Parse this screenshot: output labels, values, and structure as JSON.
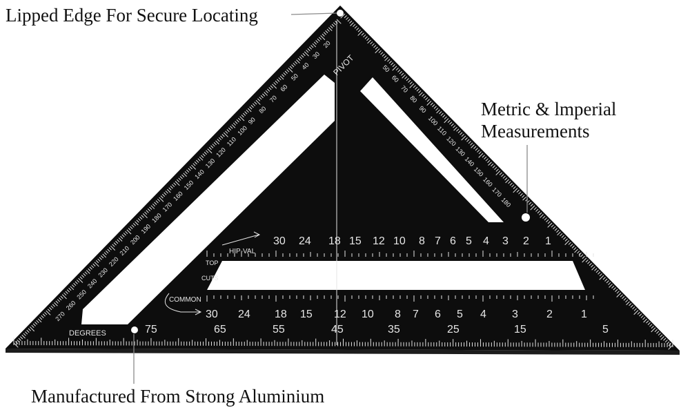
{
  "callouts": {
    "lipped_edge": "Lipped Edge For Secure Locating",
    "metric_line1": "Metric & lmperial",
    "metric_line2": "Measurements",
    "manufactured": "Manufactured From Strong Aluminium"
  },
  "tool": {
    "pivot_label": "PIVOT",
    "degrees_label": "DEGREES",
    "hip_val_label": "HIP-VAL",
    "top_label": "TOP",
    "cuts_label": "CUTS",
    "common_label": "COMMON",
    "hip_val_row": [
      "30",
      "24",
      "18",
      "15",
      "12",
      "10",
      "8",
      "7",
      "6",
      "5",
      "4",
      "3",
      "2",
      "1"
    ],
    "common_row": [
      "30",
      "24",
      "18",
      "15",
      "12",
      "10",
      "8",
      "7",
      "6",
      "5",
      "4",
      "3",
      "2",
      "1"
    ],
    "degree_row": [
      "75",
      "65",
      "55",
      "45",
      "35",
      "25",
      "15",
      "5"
    ],
    "left_edge_scale": [
      "20",
      "30",
      "40",
      "50",
      "60",
      "70",
      "80",
      "90",
      "100",
      "110",
      "120",
      "130",
      "140",
      "150",
      "160",
      "170",
      "180",
      "190",
      "200",
      "210",
      "220",
      "230",
      "240",
      "250",
      "260",
      "270"
    ],
    "right_edge_scale": [
      "50",
      "60",
      "70",
      "80",
      "90",
      "100",
      "110",
      "120",
      "130",
      "140",
      "150",
      "160",
      "170",
      "180"
    ]
  },
  "colors": {
    "body": "#0d0d0d",
    "markings": "#e6e6e6",
    "leader": "#8a8a8a"
  }
}
